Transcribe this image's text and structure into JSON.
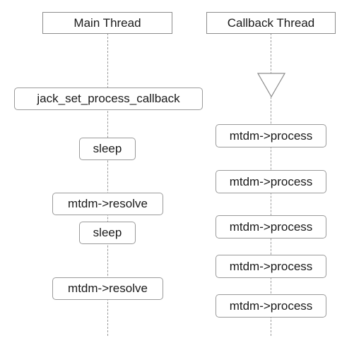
{
  "headers": {
    "main": "Main Thread",
    "callback": "Callback Thread"
  },
  "main_thread": {
    "steps": [
      "jack_set_process_callback",
      "sleep",
      "mtdm->resolve",
      "sleep",
      "mtdm->resolve"
    ]
  },
  "callback_thread": {
    "trigger_icon": "triangle-down-icon",
    "steps": [
      "mtdm->process",
      "mtdm->process",
      "mtdm->process",
      "mtdm->process",
      "mtdm->process"
    ]
  },
  "colors": {
    "border": "#9a9a9a",
    "header_border": "#8c8c8c",
    "text": "#1a1a1a",
    "background": "#ffffff"
  }
}
